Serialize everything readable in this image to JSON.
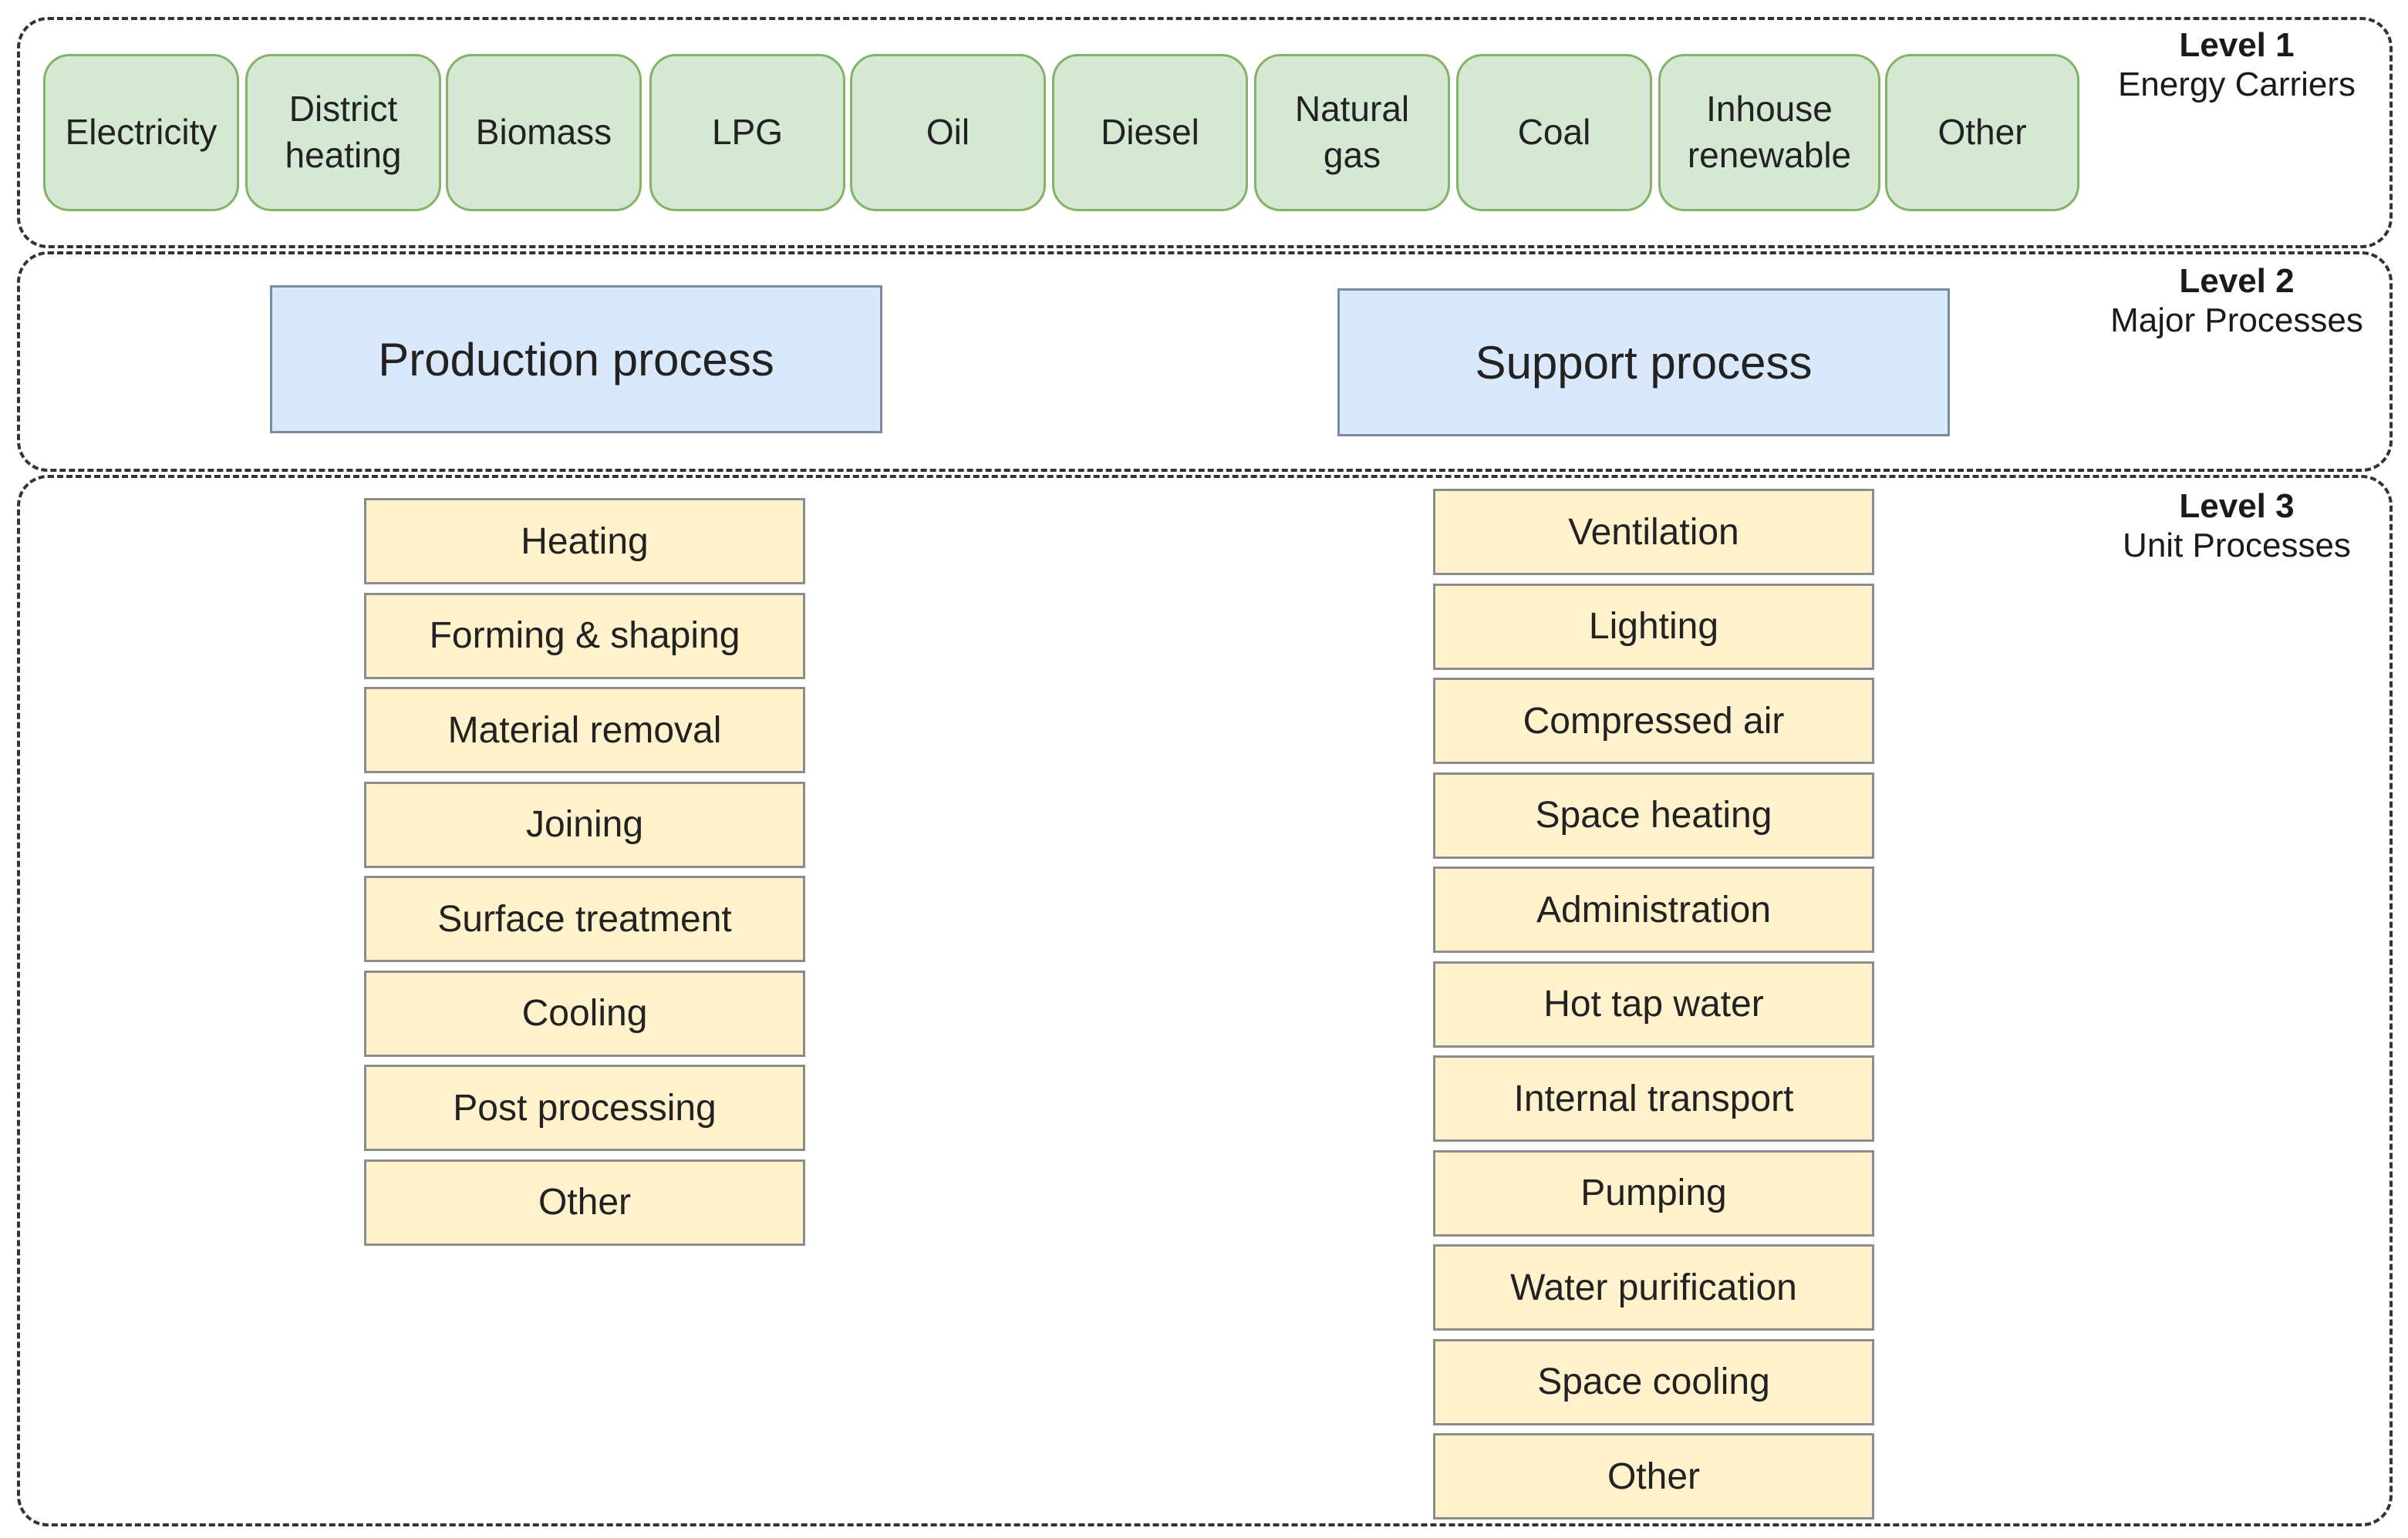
{
  "level1": {
    "level": "Level 1",
    "title": "Energy Carriers",
    "carriers": [
      "Electricity",
      "District heating",
      "Biomass",
      "LPG",
      "Oil",
      "Diesel",
      "Natural gas",
      "Coal",
      "Inhouse renewable",
      "Other"
    ]
  },
  "level2": {
    "level": "Level 2",
    "title": "Major Processes",
    "production": "Production process",
    "support": "Support process"
  },
  "level3": {
    "level": "Level 3",
    "title": "Unit Processes",
    "production_units": [
      "Heating",
      "Forming & shaping",
      "Material removal",
      "Joining",
      "Surface treatment",
      "Cooling",
      "Post processing",
      "Other"
    ],
    "support_units": [
      "Ventilation",
      "Lighting",
      "Compressed air",
      "Space heating",
      "Administration",
      "Hot tap water",
      "Internal transport",
      "Pumping",
      "Water purification",
      "Space cooling",
      "Other"
    ]
  },
  "colors": {
    "carrier_fill": "#d5e8d4",
    "carrier_border": "#82b366",
    "major_fill": "#dae8fc",
    "unit_fill": "#fff2cc",
    "frame_border": "#333333"
  }
}
